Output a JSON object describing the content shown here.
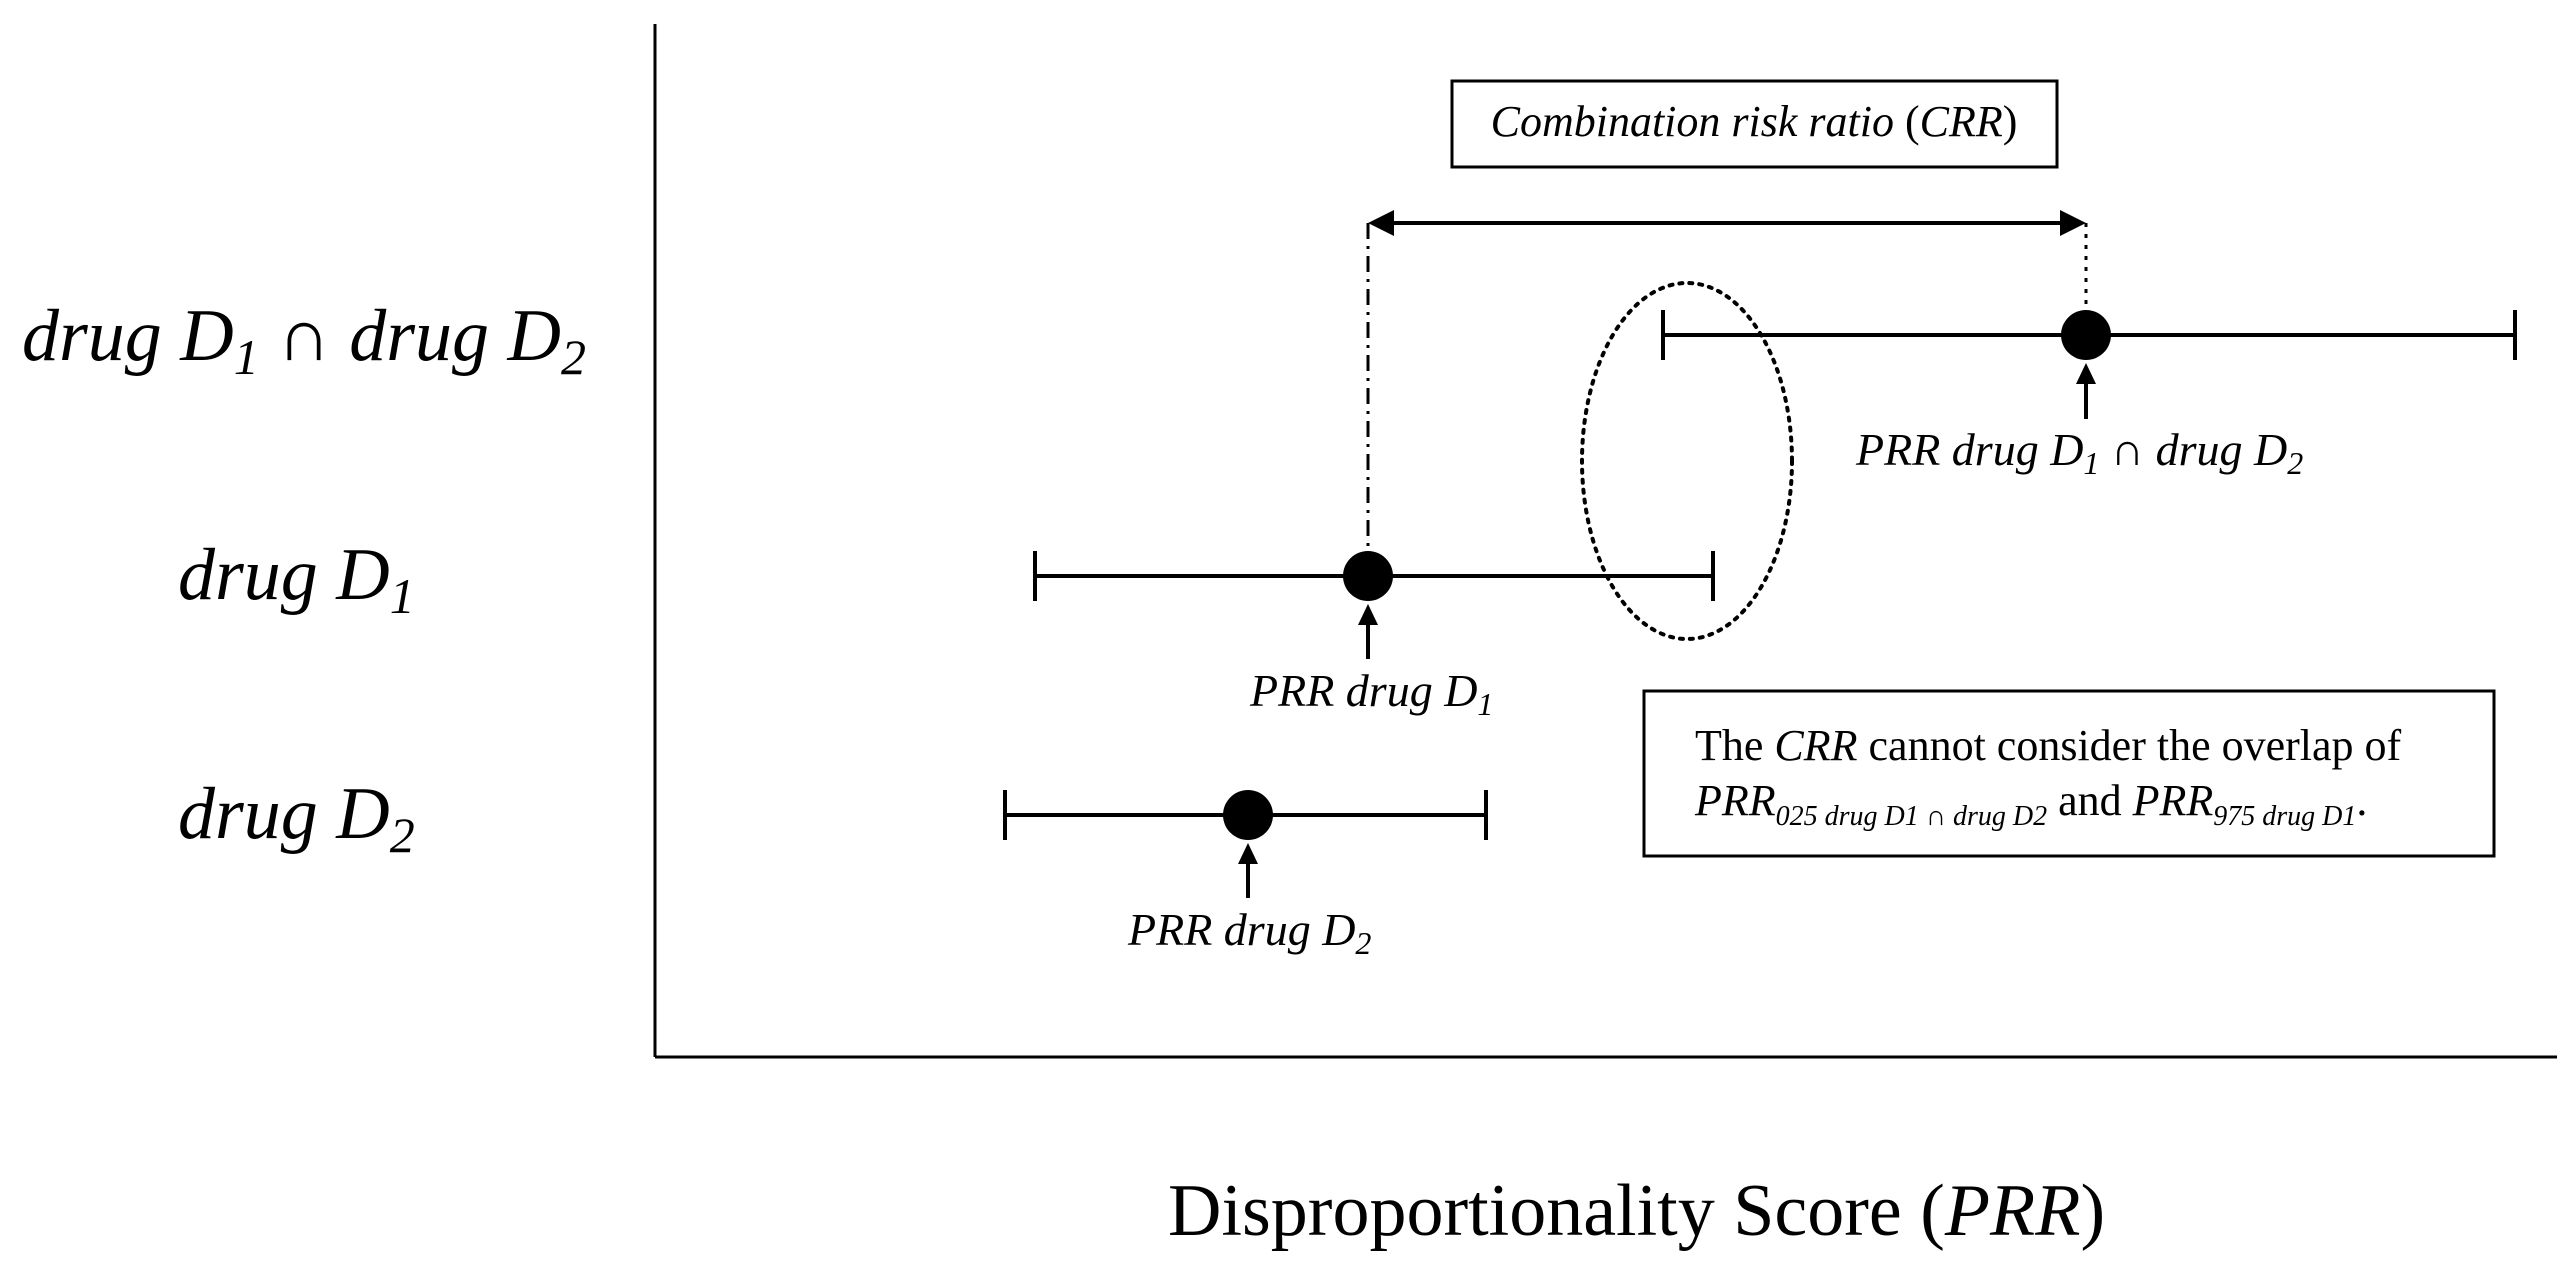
{
  "figure": {
    "x_axis_label": {
      "text": "Disproportionality Score (",
      "italic": "PRR",
      "close": ")"
    },
    "rows": [
      {
        "id": "combo",
        "label": {
          "a": "drug D",
          "s1": "1",
          "mid": " ∩ ",
          "b": "drug D",
          "s2": "2"
        }
      },
      {
        "id": "d1",
        "label": {
          "a": "drug D",
          "s1": "1"
        }
      },
      {
        "id": "d2",
        "label": {
          "a": "drug D",
          "s1": "2"
        }
      }
    ],
    "point_labels": {
      "combo": {
        "a": "PRR drug D",
        "s1": "1",
        "mid": " ∩ ",
        "b": "drug D",
        "s2": "2"
      },
      "d1": {
        "a": "PRR drug D",
        "s1": "1"
      },
      "d2": {
        "a": "PRR drug D",
        "s1": "2"
      }
    },
    "crr_box": {
      "italic": "Combination risk ratio",
      "open": " (",
      "abbr": "CRR",
      "close": ")"
    },
    "note_box": {
      "l1_a": "The ",
      "l1_b": "CRR",
      "l1_c": " cannot consider the overlap of",
      "l2_a": "PRR",
      "l2_sub1": "025 drug D1 ∩ drug D2",
      "l2_b": " and ",
      "l2_c": "PRR",
      "l2_sub2": "975 drug D1",
      "l2_d": "."
    }
  }
}
